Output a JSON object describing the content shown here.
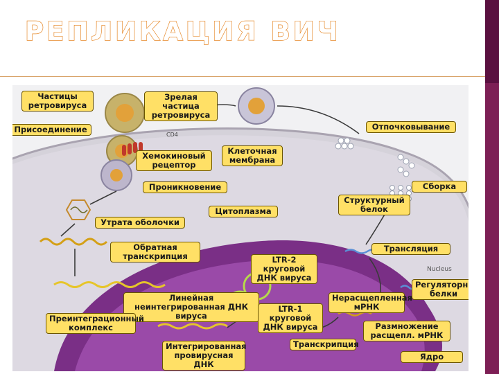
{
  "slide": {
    "title": "РЕПЛИКАЦИЯ ВИЧ",
    "colors": {
      "title_outline": "#e6892a",
      "label_bg": "#ffe066",
      "side_bar": "#7d1f55"
    }
  },
  "diagram": {
    "small_labels": {
      "cd4": "CD4",
      "nucleus_corner": "Nucleus"
    },
    "labels": {
      "retrovirus_particles": "Частицы ретровируса",
      "mature_particle": "Зрелая частица ретровируса",
      "attachment": "Присоединение",
      "budding": "Отпочковывание",
      "chemokine_receptor": "Хемокиновый рецептор",
      "cell_membrane": "Клеточная мембрана",
      "penetration": "Проникновение",
      "assembly": "Сборка",
      "structural_protein": "Структурный белок",
      "cytoplasm": "Цитоплазма",
      "uncoating": "Утрата оболочки",
      "reverse_transcription": "Обратная транскрипция",
      "translation": "Трансляция",
      "ltr2_circular": "LTR-2 круговой ДНК вируса",
      "regulatory_proteins": "Регуляторные белки",
      "linear_unintegrated_dna": "Линейная неинтегрированная ДНК вируса",
      "unspliced_mrna": "Нерасщепленная мРНК",
      "preintegration_complex": "Преинтеграционный комплекс",
      "ltr1_circular": "LTR-1 круговой ДНК вируса",
      "spliced_mrna_multiplication": "Размножение расщепл. мРНК",
      "transcription": "Транскрипция",
      "integrated_provirus": "Интегрированная провирусная ДНК",
      "nucleus": "Ядро"
    }
  }
}
